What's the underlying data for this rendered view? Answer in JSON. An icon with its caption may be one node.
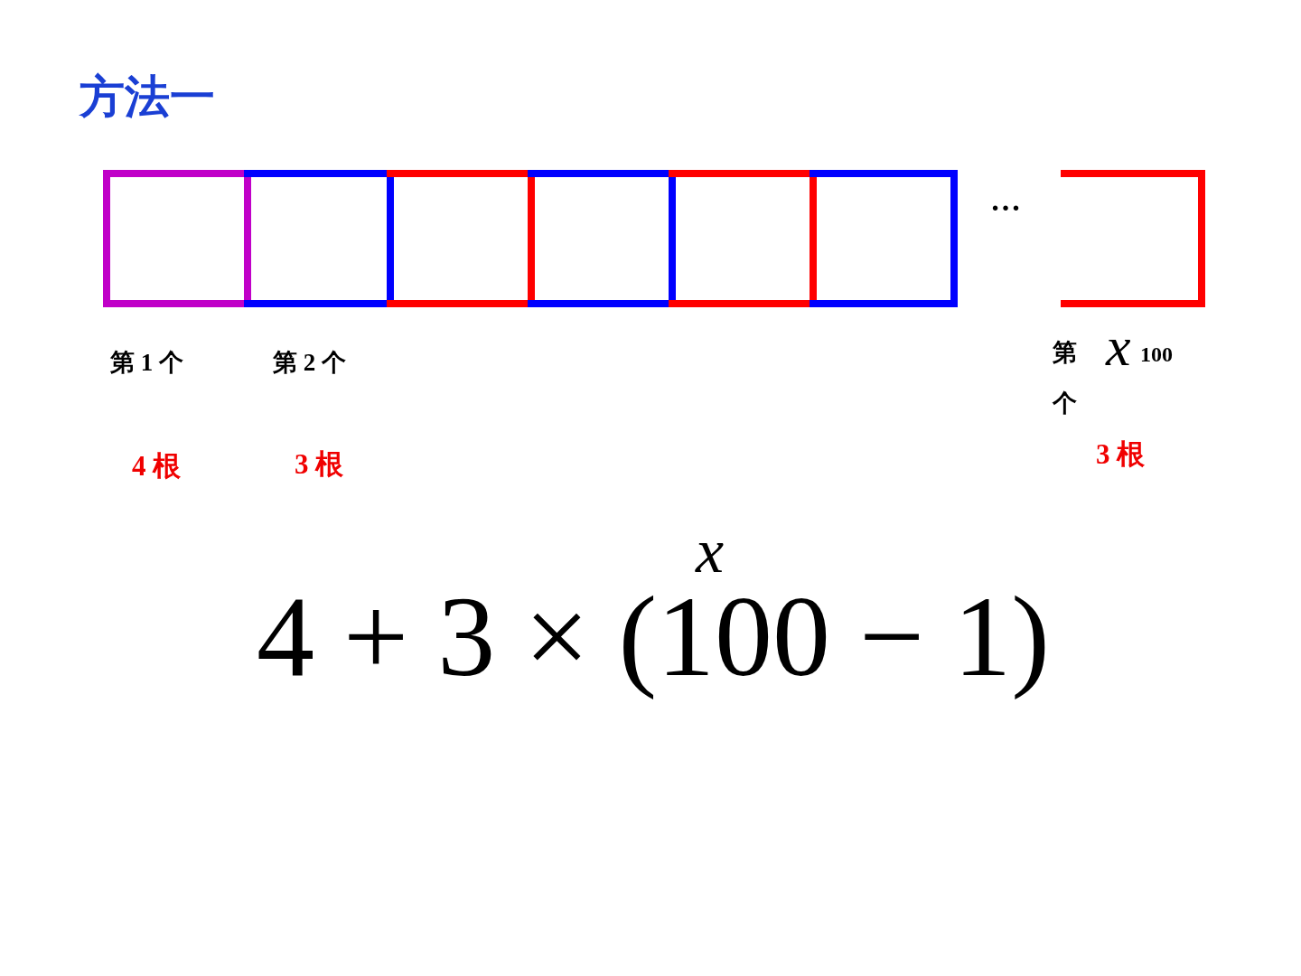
{
  "diagram": {
    "title": "方法一",
    "labels": [
      "…",
      "第 1 个",
      "第 2 个",
      "第",
      "个",
      "x",
      "100",
      "4 根",
      "3 根",
      "3 根",
      "4 + 3 × (100 − 1)",
      "x"
    ]
  }
}
